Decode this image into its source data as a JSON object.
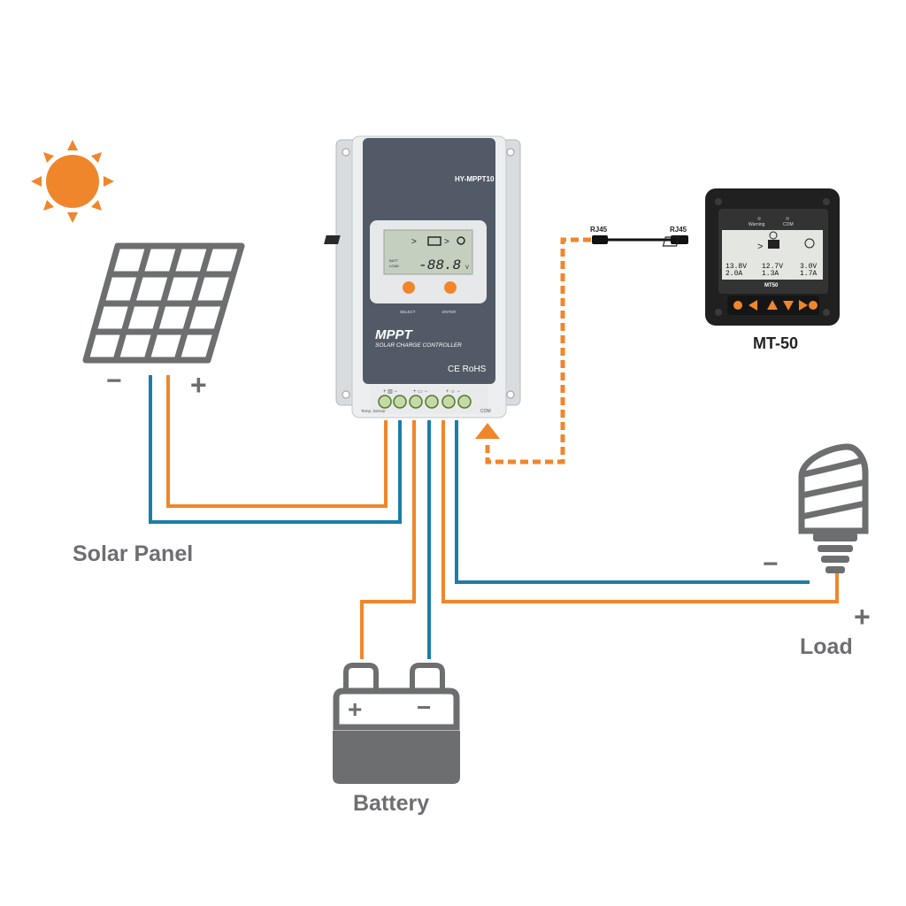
{
  "labels": {
    "solar_panel": "Solar Panel",
    "battery": "Battery",
    "load": "Load",
    "meter_name": "MT-50",
    "minus": "−",
    "plus": "+"
  },
  "controller": {
    "model": "HY-MPPT10",
    "brand": "MPPT",
    "subtitle": "SOLAR CHARGE CONTROLLER",
    "cert": "CE RoHS",
    "lcd_reading": "-88.8",
    "lcd_unit": "V",
    "lcd_batt": "BATT",
    "lcd_load": "LOAD",
    "btn_select": "SELECT",
    "btn_enter": "ENTER",
    "temp_sensor": "Temp. Sensor",
    "com": "COM"
  },
  "cable": {
    "left_plug": "RJ45",
    "right_plug": "RJ45"
  },
  "meter": {
    "warning": "Warning",
    "com": "COM",
    "model": "MT50",
    "pv_voltage": "13.8V",
    "pv_current": "2.0A",
    "batt_voltage": "12.7V",
    "batt_current": "1.3A",
    "load_voltage": "3.0V",
    "load_current": "1.7A"
  },
  "colors": {
    "orange": "#f0862b",
    "blue": "#1b7ea8",
    "icon_gray": "#6d6e70",
    "panel_slate": "#515a66"
  }
}
